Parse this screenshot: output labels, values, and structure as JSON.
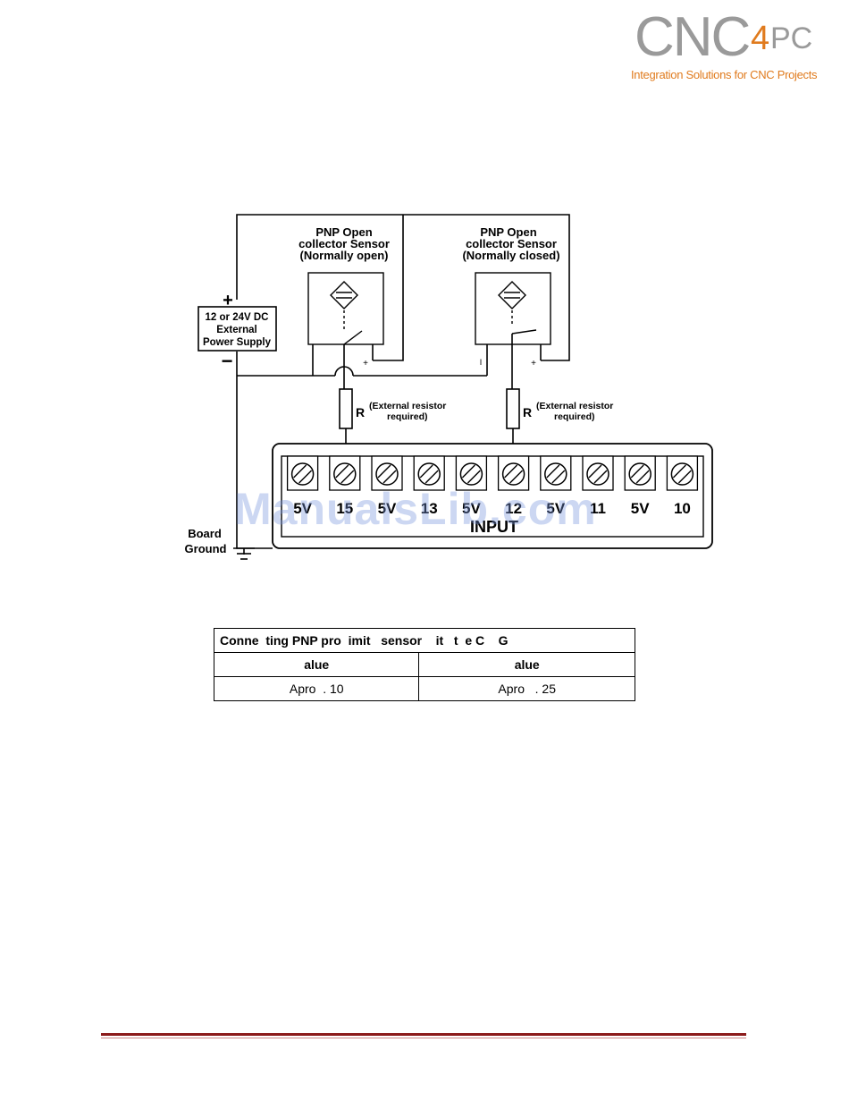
{
  "logo": {
    "brand_main": "CNC",
    "brand_num": "4",
    "brand_suffix": "PC",
    "tagline": "Integration Solutions for CNC Projects"
  },
  "diagram": {
    "sensor_no_title": [
      "PNP Open",
      "collector Sensor",
      "(Normally open)"
    ],
    "sensor_nc_title": [
      "PNP Open",
      "collector Sensor",
      "(Normally closed)"
    ],
    "power_supply": [
      "12 or 24V DC",
      "External",
      "Power Supply"
    ],
    "plus_sign": "+",
    "minus_sign": "−",
    "pin_minus": "I",
    "pin_plus": "+",
    "resistor_label": "R",
    "resistor_note": [
      "(External resistor",
      "required)"
    ],
    "board_ground": [
      "Board",
      "Ground"
    ],
    "terminal_labels": [
      "5V",
      "15",
      "5V",
      "13",
      "5V",
      "12",
      "5V",
      "11",
      "5V",
      "10"
    ],
    "input_label": "INPUT",
    "watermark": "ManualsLib.com"
  },
  "table": {
    "caption": "Conne  ting PNP pro  imit   sensor    it   t  e C    G",
    "headers": [
      "alue",
      "alue"
    ],
    "values": [
      "Apro  . 10",
      "Apro   . 25"
    ]
  }
}
